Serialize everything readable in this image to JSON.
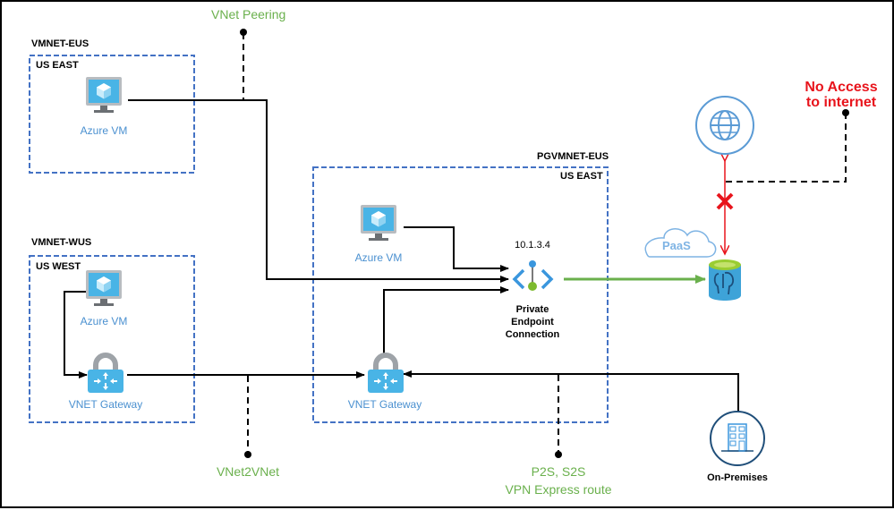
{
  "colors": {
    "vnet_border": "#4472c4",
    "link_green": "#6ab04c",
    "azure_blue": "#4a90d0",
    "blocked_red": "#e8141c"
  },
  "vnets": [
    {
      "name": "VMNET-EUS",
      "region": "US EAST",
      "nodes": [
        "Azure VM"
      ]
    },
    {
      "name": "VMNET-WUS",
      "region": "US WEST",
      "nodes": [
        "Azure VM",
        "VNET Gateway"
      ]
    },
    {
      "name": "PGVMNET-EUS",
      "region": "US EAST",
      "nodes": [
        "Azure VM",
        "Private Endpoint Connection",
        "VNET Gateway"
      ]
    }
  ],
  "nodes": {
    "eus_vm": {
      "label": "Azure VM",
      "icon": "virtual-machine-icon"
    },
    "wus_vm": {
      "label": "Azure VM",
      "icon": "virtual-machine-icon"
    },
    "wus_gateway": {
      "label": "VNET Gateway",
      "icon": "vnet-gateway-icon"
    },
    "pg_vm": {
      "label": "Azure VM",
      "icon": "virtual-machine-icon"
    },
    "pg_gateway": {
      "label": "VNET Gateway",
      "icon": "vnet-gateway-icon"
    },
    "private_endpoint": {
      "ip": "10.1.3.4",
      "label_line1": "Private",
      "label_line2": "Endpoint",
      "label_line3": "Connection",
      "icon": "private-endpoint-icon"
    },
    "internet": {
      "icon": "globe-icon"
    },
    "postgres": {
      "icon": "postgresql-database-icon"
    },
    "paas": {
      "label": "PaaS",
      "icon": "cloud-icon"
    },
    "on_premises": {
      "label": "On-Premises",
      "icon": "building-icon"
    }
  },
  "annotations": {
    "vnet_peering": "VNet Peering",
    "vnet2vnet": "VNet2VNet",
    "p2s_line1": "P2S, S2S",
    "p2s_line2": "VPN Express route",
    "no_access_line1": "No Access",
    "no_access_line2": "to internet"
  },
  "connections": [
    {
      "from": "eus_vm",
      "to": "private_endpoint",
      "type": "vnet-peering"
    },
    {
      "from": "pg_vm",
      "to": "private_endpoint",
      "type": "direct"
    },
    {
      "from": "wus_vm",
      "to": "wus_gateway",
      "type": "direct"
    },
    {
      "from": "wus_gateway",
      "to": "pg_gateway",
      "type": "vnet2vnet"
    },
    {
      "from": "on_premises",
      "to": "pg_gateway",
      "type": "p2s-s2s-expressroute"
    },
    {
      "from": "pg_gateway",
      "to": "private_endpoint",
      "type": "direct"
    },
    {
      "from": "private_endpoint",
      "to": "postgres",
      "type": "private-link"
    },
    {
      "from": "postgres",
      "to": "internet",
      "type": "blocked"
    }
  ]
}
